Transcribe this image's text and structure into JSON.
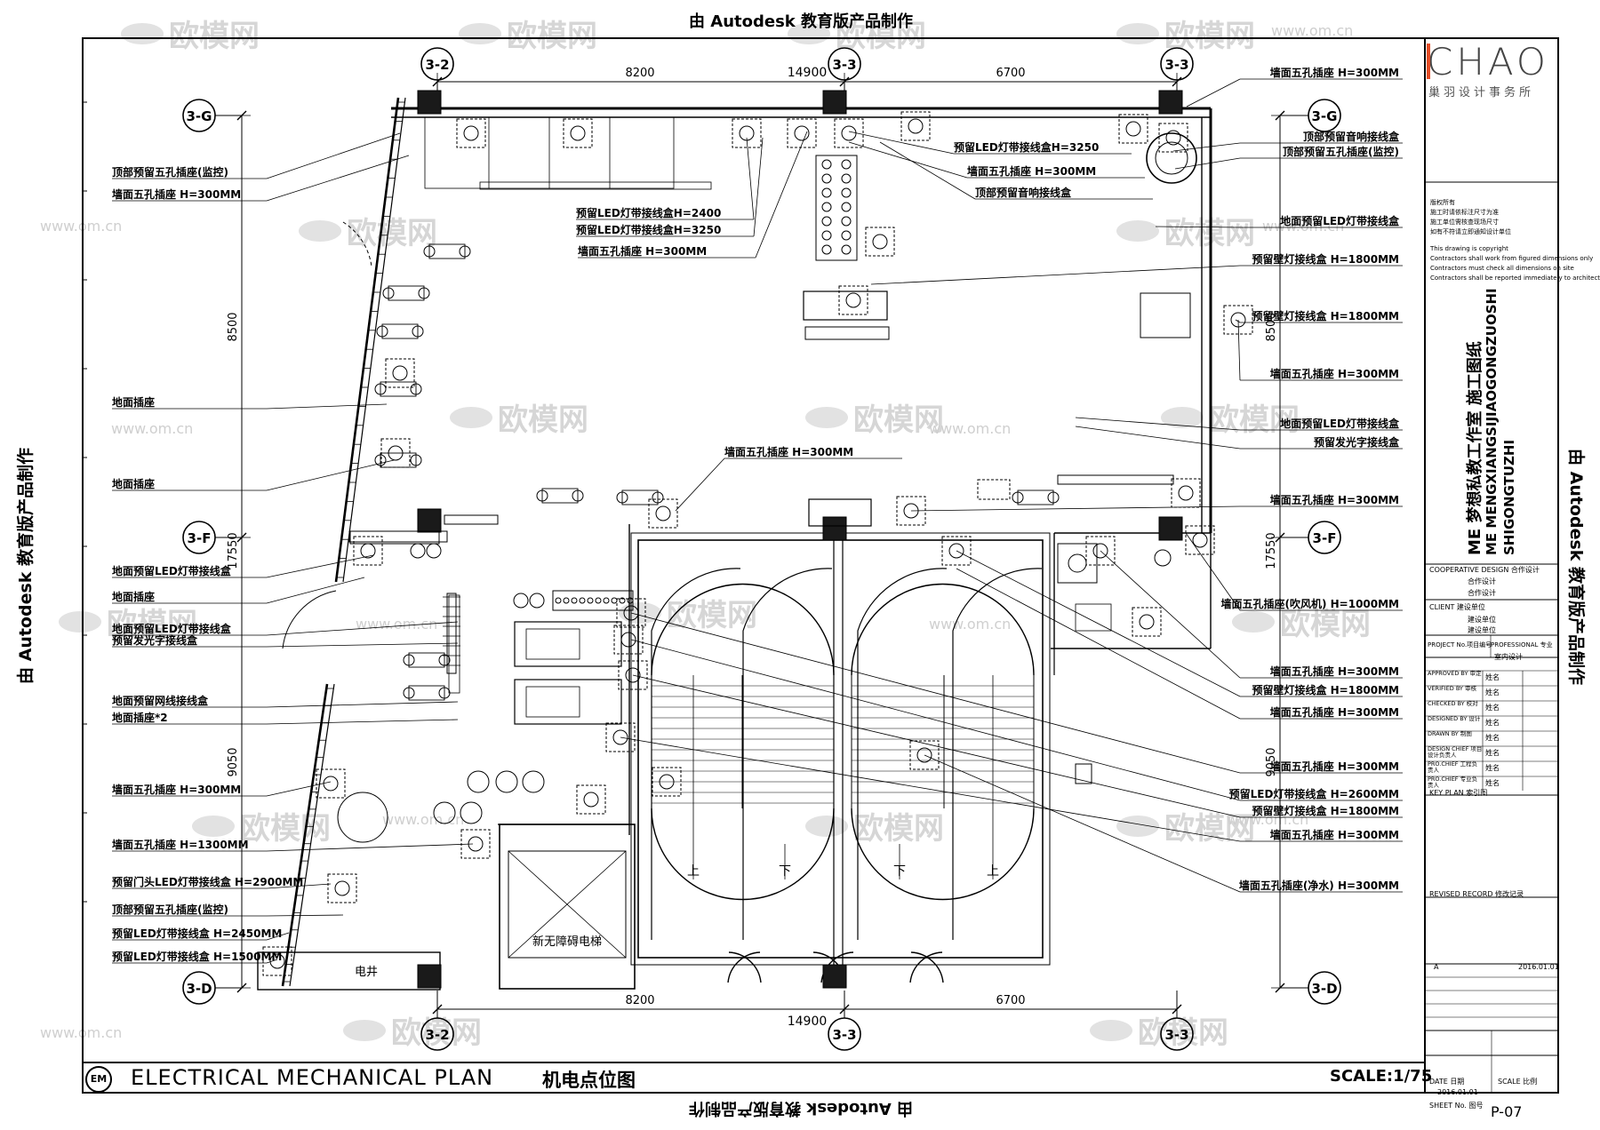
{
  "stamp": "由 Autodesk 教育版产品制作",
  "watermark": {
    "brand": "欧模网",
    "url": "www.om.cn",
    "short_url": "o.om.cn"
  },
  "plan": {
    "sheet_tag": "EM",
    "title_en": "ELECTRICAL MECHANICAL PLAN",
    "title_cn": "机电点位图",
    "scale": "SCALE:1/75",
    "grid_top": [
      "3-2",
      "3-3",
      "3-3"
    ],
    "grid_left": [
      "3-G",
      "3-F",
      "3-D"
    ],
    "grid_right": [
      "3-G",
      "3-F",
      "3-D"
    ],
    "dim_total": "14900",
    "dim_left": "8200",
    "dim_right": "6700",
    "dim_v1": "8500",
    "dim_v2": "17550",
    "dim_v3": "9050",
    "rooms": {
      "shaft": "电井",
      "elevator": "新无障碍电梯"
    },
    "stairs": {
      "up": "上",
      "down": "下"
    }
  },
  "labels_left": [
    "顶部预留五孔插座(监控)",
    "墙面五孔插座 H=300MM",
    "地面插座",
    "地面插座",
    "地面预留LED灯带接线盒",
    "地面插座",
    "地面预留LED灯带接线盒",
    "预留发光字接线盒",
    "地面预留网线接线盒",
    "地面插座*2",
    "墙面五孔插座 H=300MM",
    "墙面五孔插座 H=1300MM",
    "预留门头LED灯带接线盒 H=2900MM",
    "顶部预留五孔插座(监控)",
    "预留LED灯带接线盒 H=2450MM",
    "预留LED灯带接线盒 H=1500MM"
  ],
  "labels_center": [
    "预留LED灯带接线盒H=2400",
    "预留LED灯带接线盒H=3250",
    "墙面五孔插座 H=300MM",
    "预留LED灯带接线盒H=3250",
    "墙面五孔插座 H=300MM",
    "顶部预留音响接线盒",
    "墙面五孔插座 H=300MM"
  ],
  "labels_right": [
    "墙面五孔插座 H=300MM",
    "顶部预留音响接线盒",
    "顶部预留五孔插座(监控)",
    "地面预留LED灯带接线盒",
    "预留壁灯接线盒 H=1800MM",
    "预留壁灯接线盒 H=1800MM",
    "墙面五孔插座 H=300MM",
    "地面预留LED灯带接线盒",
    "预留发光字接线盒",
    "墙面五孔插座 H=300MM",
    "墙面五孔插座(吹风机) H=1000MM",
    "墙面五孔插座 H=300MM",
    "预留壁灯接线盒 H=1800MM",
    "墙面五孔插座 H=300MM",
    "墙面五孔插座 H=300MM",
    "预留LED灯带接线盒 H=2600MM",
    "预留壁灯接线盒 H=1800MM",
    "墙面五孔插座 H=300MM",
    "墙面五孔插座(净水) H=300MM"
  ],
  "title_block": {
    "logo": "CHAO",
    "logo_sub": "巢羽设计事务所",
    "notes": [
      "版权所有",
      "施工时请依标注尺寸为准",
      "施工单位需核查现场尺寸",
      "如有不符请立即通知设计单位",
      "This drawing is copyright",
      "Contractors shall work from figured dimensions only",
      "Contractors must check all dimensions on site",
      "Contractors shall be reported immediately to architects"
    ],
    "project_cn": "ME 梦想私教工作室 施工图纸",
    "project_py1": "ME MENGXIANGSIJIAOGONGZUOSHI",
    "project_py2": "SHIGONGTUZHI",
    "cooperative": "COOPERATIVE DESIGN 合作设计",
    "coop_val1": "合作设计",
    "coop_val2": "合作设计",
    "client": "CLIENT 建设单位",
    "client_val1": "建设单位",
    "client_val2": "建设单位",
    "project_no": "PROJECT No.项目编号",
    "professional": "PROFESSIONAL 专业",
    "professional_val": "室内设计",
    "roles": [
      "APPROVED BY 审定",
      "VERIFIED BY 审核",
      "CHECKED BY 校对",
      "DESIGNED BY 设计",
      "DRAWN BY 制图",
      "DESIGN CHIEF 项目设计负责人",
      "PRO.CHIEF 工程负责人",
      "PRO.CHIEF 专业负责人"
    ],
    "sign": "姓名",
    "key_plan": "KEY PLAN 索引图",
    "revised": "REVISED RECORD 修改记录",
    "rev_mark": "A",
    "rev_date": "2016.01.01",
    "date_label": "DATE 日期",
    "date_val": "2016.01.01",
    "scale_label": "SCALE 比例",
    "sheet_label": "SHEET No. 图号",
    "sheet_no": "P-07"
  }
}
